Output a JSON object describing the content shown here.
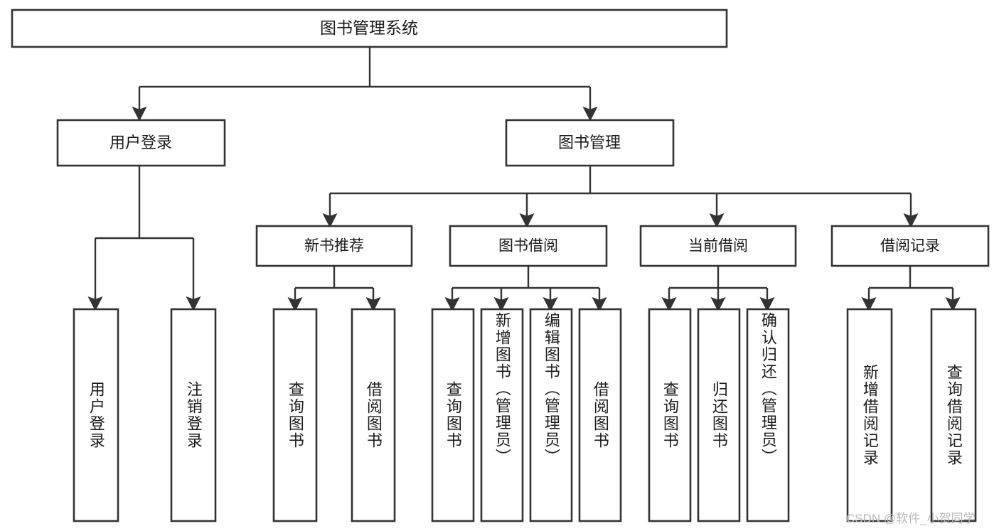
{
  "diagram": {
    "title": "图书管理系统",
    "type": "tree-hierarchy-chart",
    "root": {
      "label": "图书管理系统"
    },
    "level1": [
      {
        "label": "用户登录"
      },
      {
        "label": "图书管理"
      }
    ],
    "level2": [
      {
        "label": "新书推荐"
      },
      {
        "label": "图书借阅"
      },
      {
        "label": "当前借阅"
      },
      {
        "label": "借阅记录"
      }
    ],
    "leaves": {
      "user_login": [
        {
          "label": "用户登录"
        },
        {
          "label": "注销登录"
        }
      ],
      "new_book_recommend": [
        {
          "label": "查询图书"
        },
        {
          "label": "借阅图书"
        }
      ],
      "book_borrow": [
        {
          "label": "查询图书"
        },
        {
          "label": "新增图书（管理员）"
        },
        {
          "label": "编辑图书（管理员）"
        },
        {
          "label": "借阅图书"
        }
      ],
      "current_borrow": [
        {
          "label": "查询图书"
        },
        {
          "label": "归还图书"
        },
        {
          "label": "确认归还（管理员）"
        }
      ],
      "borrow_record": [
        {
          "label": "新增借阅记录"
        },
        {
          "label": "查询借阅记录"
        }
      ]
    }
  },
  "watermark": {
    "text": "CSDN @软件_小贺同学"
  },
  "colors": {
    "stroke": "#333333",
    "fill": "#ffffff",
    "text": "#1a1a1a",
    "watermark": "#b9b9b9"
  }
}
